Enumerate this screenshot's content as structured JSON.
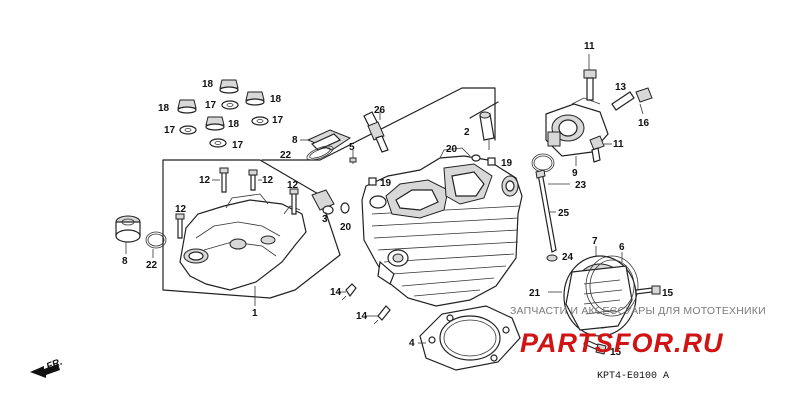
{
  "callouts": [
    {
      "id": "c1",
      "label": "1"
    },
    {
      "id": "c2",
      "label": "2"
    },
    {
      "id": "c3",
      "label": "3"
    },
    {
      "id": "c4",
      "label": "4"
    },
    {
      "id": "c5",
      "label": "5"
    },
    {
      "id": "c6",
      "label": "6"
    },
    {
      "id": "c7",
      "label": "7"
    },
    {
      "id": "c8a",
      "label": "8"
    },
    {
      "id": "c8b",
      "label": "8"
    },
    {
      "id": "c9",
      "label": "9"
    },
    {
      "id": "c11a",
      "label": "11"
    },
    {
      "id": "c11b",
      "label": "11"
    },
    {
      "id": "c12a",
      "label": "12"
    },
    {
      "id": "c12b",
      "label": "12"
    },
    {
      "id": "c12c",
      "label": "12"
    },
    {
      "id": "c12d",
      "label": "12"
    },
    {
      "id": "c13",
      "label": "13"
    },
    {
      "id": "c14a",
      "label": "14"
    },
    {
      "id": "c14b",
      "label": "14"
    },
    {
      "id": "c15a",
      "label": "15"
    },
    {
      "id": "c15b",
      "label": "15"
    },
    {
      "id": "c16",
      "label": "16"
    },
    {
      "id": "c17a",
      "label": "17"
    },
    {
      "id": "c17b",
      "label": "17"
    },
    {
      "id": "c17c",
      "label": "17"
    },
    {
      "id": "c17d",
      "label": "17"
    },
    {
      "id": "c18a",
      "label": "18"
    },
    {
      "id": "c18b",
      "label": "18"
    },
    {
      "id": "c18c",
      "label": "18"
    },
    {
      "id": "c18d",
      "label": "18"
    },
    {
      "id": "c19a",
      "label": "19"
    },
    {
      "id": "c19b",
      "label": "19"
    },
    {
      "id": "c20a",
      "label": "20"
    },
    {
      "id": "c20b",
      "label": "20"
    },
    {
      "id": "c21",
      "label": "21"
    },
    {
      "id": "c22a",
      "label": "22"
    },
    {
      "id": "c22b",
      "label": "22"
    },
    {
      "id": "c23",
      "label": "23"
    },
    {
      "id": "c24",
      "label": "24"
    },
    {
      "id": "c25",
      "label": "25"
    },
    {
      "id": "c26",
      "label": "26"
    }
  ],
  "direction_label": "FR.",
  "watermark": {
    "line1": "ЗАПЧАСТИ И АКСЕССУАРЫ ДЛЯ МОТОТЕХНИКИ",
    "line2": "PARTSFOR.RU",
    "color": "#d01414"
  },
  "diagram_code": "KPT4-E0100 A"
}
